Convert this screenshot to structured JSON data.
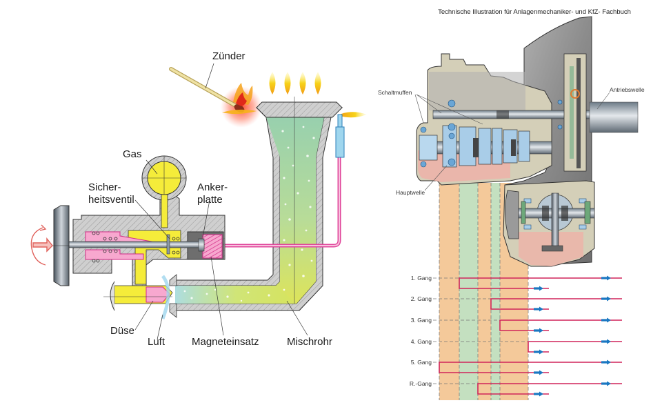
{
  "header": {
    "title": "Technische Illustration für Anlagenmechaniker- und KfZ- Fachbuch"
  },
  "burner_diagram": {
    "labels": {
      "zuender": "Zünder",
      "gas": "Gas",
      "sicherheitsventil_1": "Sicher-",
      "sicherheitsventil_2": "heitsventil",
      "ankerplatte_1": "Anker-",
      "ankerplatte_2": "platte",
      "duese": "Düse",
      "luft": "Luft",
      "magneteinsatz": "Magneteinsatz",
      "mischrohr": "Mischrohr"
    },
    "colors": {
      "housing": "#c8c8c8",
      "gas_yellow": "#f5ec3a",
      "magnet_pink": "#e0449a",
      "mix_green": "#a8d4a0",
      "mix_yellow": "#d8e060",
      "air_blue": "#9fd6ee",
      "flame_orange": "#f7a21b"
    }
  },
  "gearbox_diagram": {
    "labels": {
      "schaltmuffen": "Schaltmuffen",
      "antriebswelle": "Antriebswelle",
      "hauptwelle": "Hauptwelle"
    },
    "gears": [
      {
        "label": "1. Gang"
      },
      {
        "label": "2. Gang"
      },
      {
        "label": "3. Gang"
      },
      {
        "label": "4. Gang"
      },
      {
        "label": "5. Gang"
      },
      {
        "label": "R.-Gang"
      }
    ],
    "colors": {
      "band_orange": "#f4c99a",
      "band_green": "#c4e0c0",
      "power_path": "#d0245a",
      "arrow_blue": "#1a78c2",
      "case_grey": "#8a8a8a",
      "bearing_blue": "#a9cde8",
      "oil_pink": "#edb2a8",
      "part_beige": "#ddd6b8"
    }
  }
}
